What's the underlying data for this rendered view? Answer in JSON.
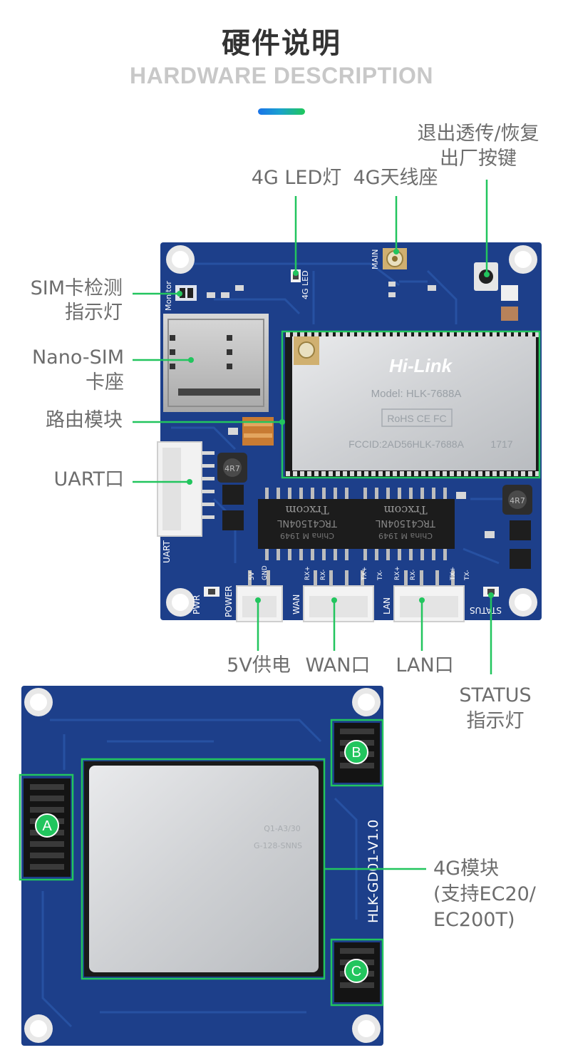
{
  "header": {
    "title": "硬件说明",
    "subtitle": "HARDWARE DESCRIPTION"
  },
  "colors": {
    "accent_start": "#1a73e8",
    "accent_end": "#1fc85a",
    "callout_green": "#22c55e",
    "pcb_blue": "#1d3f8a",
    "label_gray": "#6d6d6d"
  },
  "board_top": {
    "silkscreen": {
      "antenna": "MAIN",
      "led": "4G LED",
      "monitor": "Monitor",
      "uart": "UART",
      "power": "POWER",
      "pwr": "PWR",
      "wan": "WAN",
      "lan": "LAN",
      "status": "STATUS",
      "v5": "5V",
      "gnd": "GND",
      "rx_plus": "RX+",
      "rx_minus": "RX-",
      "tx_plus": "TX+",
      "tx_minus": "TX-"
    },
    "module": {
      "brand": "Hi-Link",
      "model": "Model: HLK-7688A",
      "rohs": "RoHS CE FC",
      "fcc": "FCCID:2AD56HLK-7688A",
      "batch": "1717"
    },
    "transformers": [
      {
        "brand": "Trxcom",
        "part": "TRC41504NL",
        "origin": "China M 1949"
      },
      {
        "brand": "Trxcom",
        "part": "TRC41504NL",
        "origin": "China M 1949"
      }
    ],
    "inductor": "4R7",
    "callouts": {
      "led_4g": "4G LED灯",
      "antenna": "4G天线座",
      "exit_key_1": "退出透传/恢复",
      "exit_key_2": "出厂按键",
      "sim_detect_1": "SIM卡检测",
      "sim_detect_2": "指示灯",
      "nano_sim_1": "Nano-SIM",
      "nano_sim_2": "卡座",
      "router": "路由模块",
      "uart": "UART口",
      "power": "5V供电",
      "wan": "WAN口",
      "lan": "LAN口",
      "status_1": "STATUS",
      "status_2": "指示灯"
    }
  },
  "board_bottom": {
    "silkscreen": "HLK-GD01-V1.0",
    "module_text": [
      "Q1-A3/30",
      "G-128-SNNS"
    ],
    "headers": [
      "A",
      "B",
      "C"
    ],
    "callouts": {
      "module_1": "4G模块",
      "module_2": "(支持EC20/",
      "module_3": "EC200T)"
    }
  }
}
